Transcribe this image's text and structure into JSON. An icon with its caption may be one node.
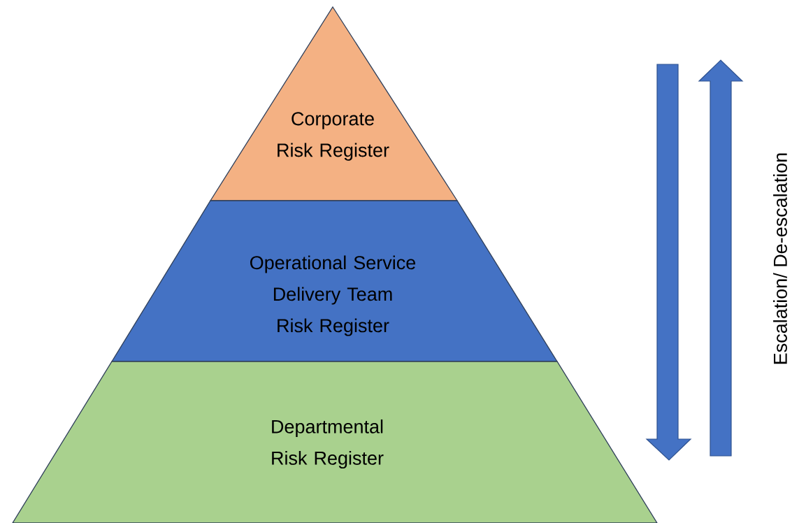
{
  "diagram": {
    "nodes": [
      {
        "text": [
          "Corporate Risk Register"
        ]
      },
      {
        "text": [
          "Operational Service Delivery Team Risk Register"
        ]
      },
      {
        "text": [
          "Departmental Risk Register"
        ]
      }
    ],
    "labels": [
      "Escalation/ De-escalation"
    ]
  }
}
